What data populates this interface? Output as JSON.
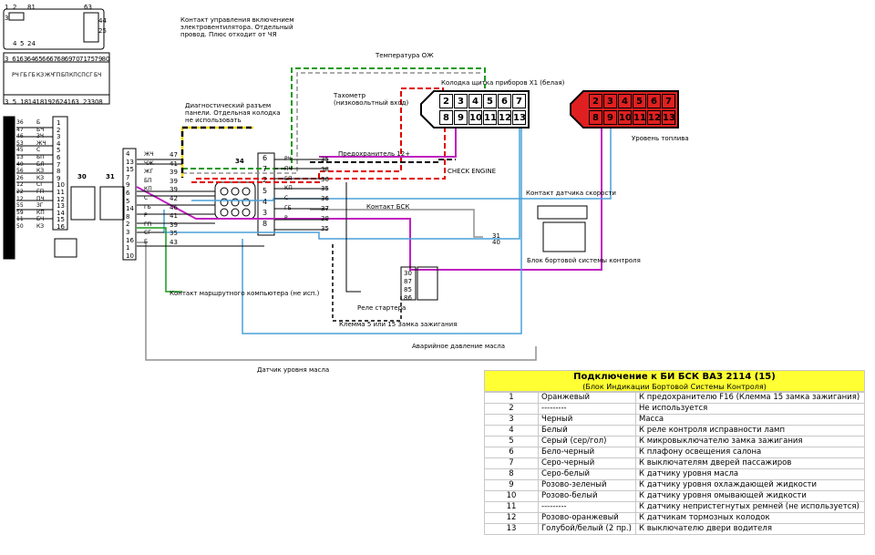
{
  "labels": {
    "fan_contact": "Контакт управления включением\nэлектровентилятора. Отдельный\nпровод. Плюс отходит от ЧЯ",
    "coolant_temp": "Температура ОЖ",
    "tachometer": "Тахометр\n(низковольтный вход)",
    "cluster_connector": "Колодка щитка приборов Х1 (белая)",
    "fuel_level": "Уровень топлива",
    "diag_connector": "Диагностический разъем\nпанели. Отдельная колодка\nне использовать",
    "fuse_12v": "Предохранитель 12+",
    "check_engine": "CHECK ENGINE",
    "speed_sensor": "Контакт датчика скорости",
    "bsk_contact": "Контакт БСК",
    "bsk_block": "Блок бортовой системы контроля",
    "trip_computer": "Контакт маршрутного компьютера (не исп.)",
    "starter_relay": "Реле стартера",
    "ignition_terminal": "Клемма 5 или 15 Замка зажигания",
    "oil_pressure": "Аварийное давление масла",
    "oil_level": "Датчик уровня масла"
  },
  "connector_x1": {
    "top_pins": [
      "2",
      "3",
      "4",
      "5",
      "6",
      "7"
    ],
    "bottom_pins": [
      "8",
      "9",
      "10",
      "11",
      "12",
      "13"
    ]
  },
  "fuel_connector": {
    "top_pins": [
      "2",
      "3",
      "4",
      "5",
      "6",
      "7"
    ],
    "bottom_pins": [
      "8",
      "9",
      "10",
      "11",
      "12",
      "13"
    ]
  },
  "bsk_block_pins": {
    "left_col": [
      "4",
      "13",
      "15",
      "7",
      "9",
      "6",
      "5",
      "14",
      "8",
      "2",
      "3",
      "16",
      "1",
      "10"
    ],
    "mid_col": [
      "6",
      "7",
      "2",
      "5",
      "4",
      "3",
      "8"
    ],
    "relay_pins": [
      "30",
      "87",
      "85",
      "86"
    ],
    "wire_nums_a": [
      "47",
      "41",
      "39",
      "39",
      "39",
      "42",
      "46",
      "41",
      "39",
      "35",
      "43"
    ],
    "wire_nums_b": [
      "35",
      "38",
      "36",
      "35",
      "36",
      "37",
      "38",
      "35"
    ],
    "wire_colors_a": [
      "ЖЧ",
      "ЧЖ",
      "ЖГ",
      "БП",
      "КП",
      "С",
      "ГБ",
      "Р",
      "ГП",
      "СГ",
      "Б"
    ],
    "wire_colors_b": [
      "РЧ",
      "ПЧ",
      "БП",
      "КП",
      "С",
      "ГБ",
      "Р"
    ],
    "node_numbers": [
      "34",
      "30",
      "31"
    ],
    "speed_pins": [
      "31",
      "40"
    ]
  },
  "left_block": {
    "top_numbers": [
      "1",
      "2",
      "81",
      "63",
      "44",
      "25",
      "3",
      "4",
      "5",
      "24"
    ],
    "pin_row_top": [
      "3",
      "61",
      "63",
      "64",
      "65",
      "66",
      "67",
      "68",
      "69",
      "70",
      "71",
      "75",
      "79",
      "80"
    ],
    "pin_row_colors": [
      "РЧ",
      "ГБ",
      "ГБ",
      "КЗ",
      "ЖЧ",
      "ГП",
      "БП",
      "КП",
      "СП",
      "СГ",
      "БЧ"
    ],
    "pin_row_bottom": [
      "3",
      "5",
      "18",
      "14",
      "18",
      "19",
      "26",
      "24",
      "16",
      "3",
      "23",
      "30",
      "8"
    ],
    "side_colors": [
      "Б",
      "БЧ",
      "ЗЧ",
      "ЖЧ",
      "С",
      "БП",
      "БЛ",
      "КЗ",
      "КЗ",
      "СГ",
      "ГП",
      "ПЧ",
      "ЗГ",
      "КП",
      "БЧ",
      "КЗ"
    ],
    "side_nums": [
      "36",
      "47",
      "46",
      "53",
      "45",
      "13",
      "40",
      "56",
      "26",
      "12",
      "22",
      "12",
      "55",
      "59",
      "11",
      "50"
    ],
    "right_col": [
      "1",
      "2",
      "3",
      "4",
      "5",
      "6",
      "7",
      "8",
      "9",
      "10",
      "11",
      "12",
      "13",
      "14",
      "15",
      "16"
    ]
  },
  "table": {
    "title": "Подключение к БИ БСК ВАЗ 2114 (15)",
    "subtitle": "(Блок Индикации Бортовой Системы Контроля)",
    "rows": [
      {
        "num": "1",
        "color": "Оранжевый",
        "desc": "К предохранителю F16 (Клемма 15 замка зажигания)"
      },
      {
        "num": "2",
        "color": "---------",
        "desc": "Не используется"
      },
      {
        "num": "3",
        "color": "Черный",
        "desc": "Масса"
      },
      {
        "num": "4",
        "color": "Белый",
        "desc": "К реле контроля исправности ламп"
      },
      {
        "num": "5",
        "color": "Серый (сер/гол)",
        "desc": "К микровыключателю замка зажигания"
      },
      {
        "num": "6",
        "color": "Бело-черный",
        "desc": "К плафону освещения салона"
      },
      {
        "num": "7",
        "color": "Серо-черный",
        "desc": "К выключателям дверей пассажиров"
      },
      {
        "num": "8",
        "color": "Серо-белый",
        "desc": "К датчику уровня масла"
      },
      {
        "num": "9",
        "color": "Розово-зеленый",
        "desc": "К датчику уровня охлаждающей жидкости"
      },
      {
        "num": "10",
        "color": "Розово-белый",
        "desc": "К датчику уровня омывающей жидкости"
      },
      {
        "num": "11",
        "color": "---------",
        "desc": "К датчику непристегнутых ремней (не используется)"
      },
      {
        "num": "12",
        "color": "Розово-оранжевый",
        "desc": "К датчикам тормозных колодок"
      },
      {
        "num": "13",
        "color": "Голубой/белый (2 пр.)",
        "desc": "К выключателю двери водителя"
      }
    ]
  },
  "colors": {
    "wire_red": "#e00000",
    "wire_green": "#1a9a1a",
    "wire_blue": "#4aa0d8",
    "wire_magenta": "#c020c0",
    "wire_yellow": "#f0e000",
    "wire_gray": "#909090",
    "connector_red": "#e02020",
    "table_header": "#ffff33"
  }
}
